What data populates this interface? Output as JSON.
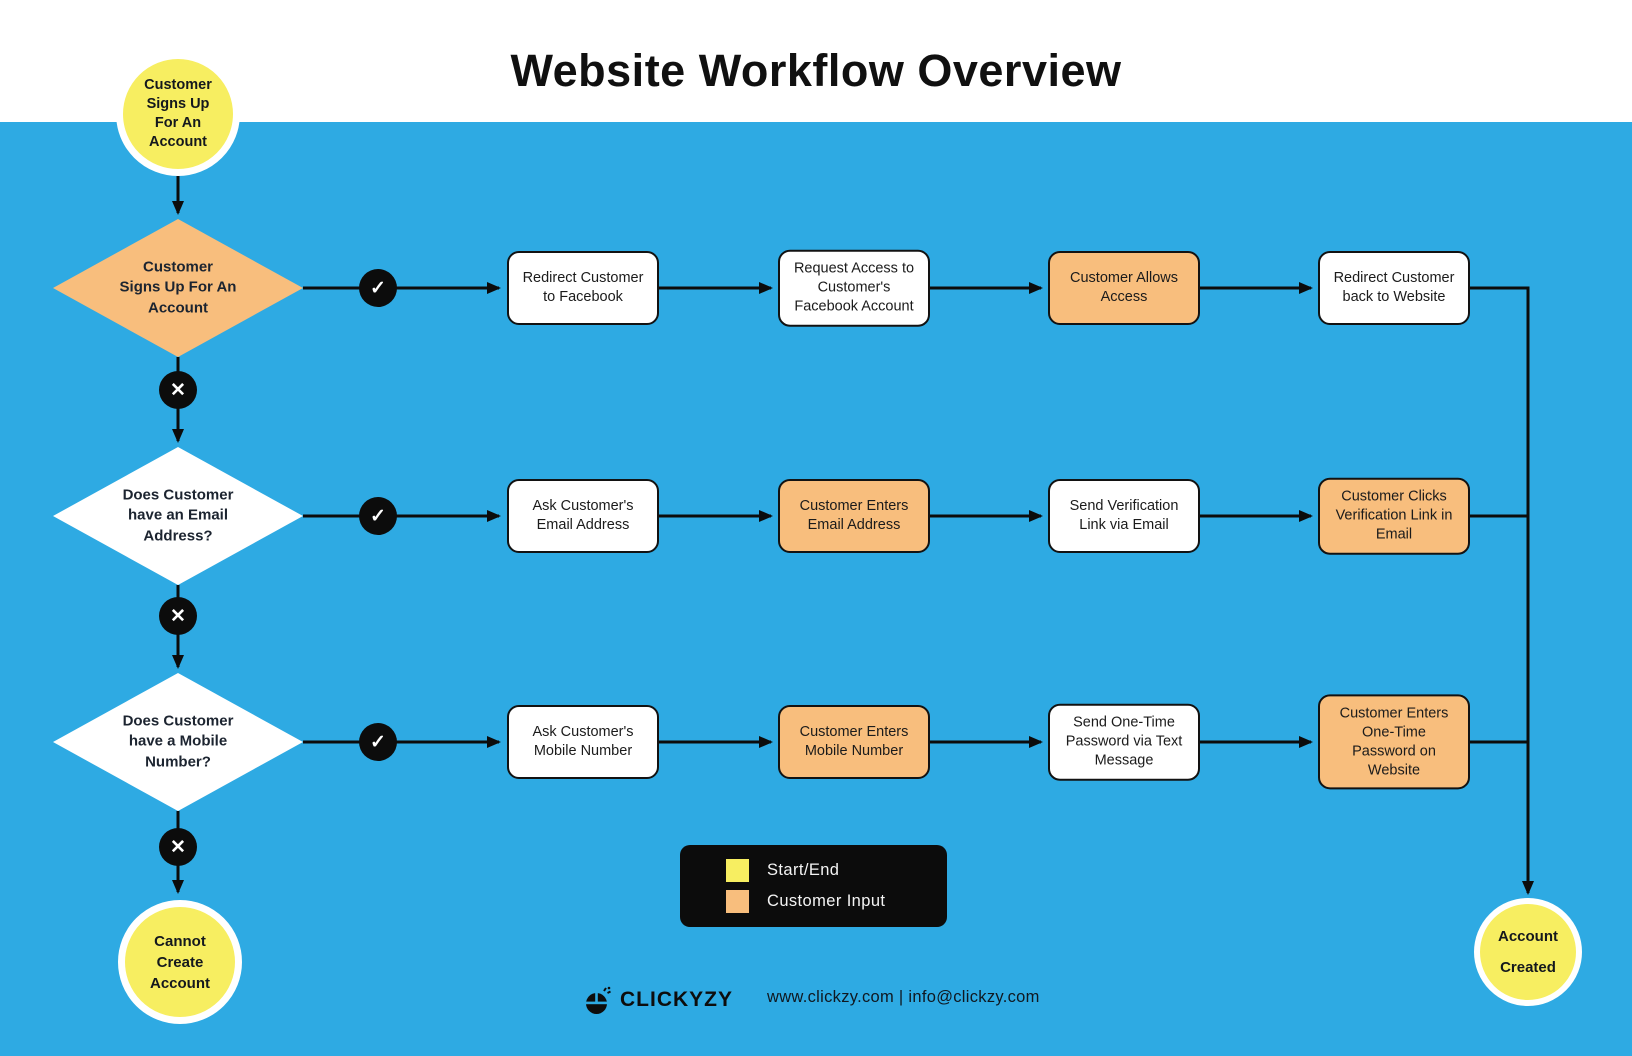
{
  "title": "Website Workflow Overview",
  "colors": {
    "background": "#2EAAE3",
    "start_end": "#F7EE61",
    "customer_input": "#F8BE7D",
    "process": "#FFFFFF",
    "connector": "#0C0C0C"
  },
  "flow": {
    "start": {
      "label": "Customer\nSigns Up\nFor An\nAccount"
    },
    "decisions": [
      {
        "label": "Customer\nSigns Up For An\nAccount"
      },
      {
        "label": "Does Customer\nhave an Email\nAddress?"
      },
      {
        "label": "Does Customer\nhave a Mobile\nNumber?"
      }
    ],
    "yes_icon": "✓",
    "no_icon": "✕",
    "rows": [
      {
        "boxes": [
          {
            "label": "Redirect Customer\nto Facebook",
            "type": "process"
          },
          {
            "label": "Request Access to\nCustomer's\nFacebook Account",
            "type": "process"
          },
          {
            "label": "Customer Allows\nAccess",
            "type": "input"
          },
          {
            "label": "Redirect Customer\nback to Website",
            "type": "process"
          }
        ]
      },
      {
        "boxes": [
          {
            "label": "Ask Customer's\nEmail Address",
            "type": "process"
          },
          {
            "label": "Customer Enters\nEmail Address",
            "type": "input"
          },
          {
            "label": "Send Verification\nLink via Email",
            "type": "process"
          },
          {
            "label": "Customer Clicks\nVerification Link in\nEmail",
            "type": "input"
          }
        ]
      },
      {
        "boxes": [
          {
            "label": "Ask Customer's\nMobile Number",
            "type": "process"
          },
          {
            "label": "Customer Enters\nMobile Number",
            "type": "input"
          },
          {
            "label": "Send One-Time\nPassword via Text\nMessage",
            "type": "process"
          },
          {
            "label": "Customer Enters\nOne-Time\nPassword on\nWebsite",
            "type": "input"
          }
        ]
      }
    ],
    "end_fail": {
      "label": "Cannot\nCreate\nAccount"
    },
    "end_success": {
      "label": "Account\nCreated"
    }
  },
  "legend": {
    "items": [
      {
        "label": "Start/End",
        "swatch": "#F7EE61"
      },
      {
        "label": "Customer Input",
        "swatch": "#F8BE7D"
      }
    ]
  },
  "footer": {
    "brand": "CLICKYZY",
    "contact": "www.clickzy.com | info@clickzy.com"
  }
}
